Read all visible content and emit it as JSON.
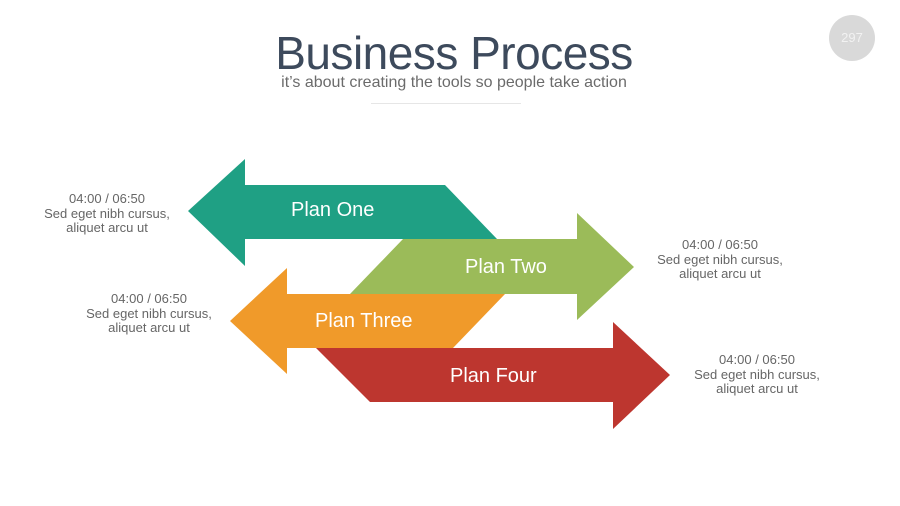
{
  "header": {
    "title": "Business Process",
    "subtitle": "it’s about creating the tools so people take action",
    "page_number": "297"
  },
  "plans": [
    {
      "label": "Plan One",
      "color": "#1fa084",
      "direction": "left",
      "time": "04:00 / 06:50",
      "desc1": "Sed eget nibh cursus,",
      "desc2": "aliquet arcu ut"
    },
    {
      "label": "Plan Two",
      "color": "#9bbb59",
      "direction": "right",
      "time": "04:00 / 06:50",
      "desc1": "Sed eget nibh cursus,",
      "desc2": "aliquet arcu ut"
    },
    {
      "label": "Plan Three",
      "color": "#f09a2a",
      "direction": "left",
      "time": "04:00 / 06:50",
      "desc1": "Sed eget nibh cursus,",
      "desc2": "aliquet arcu ut"
    },
    {
      "label": "Plan Four",
      "color": "#bd362f",
      "direction": "right",
      "time": "04:00 / 06:50",
      "desc1": "Sed eget nibh cursus,",
      "desc2": "aliquet arcu ut"
    }
  ]
}
